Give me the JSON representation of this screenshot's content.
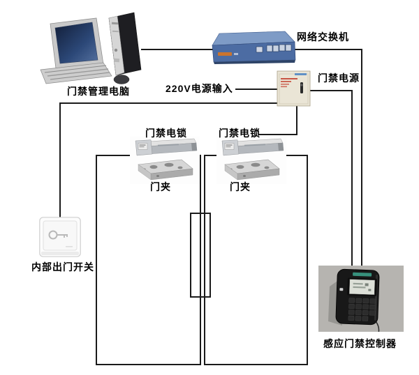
{
  "labels": {
    "computer": "门禁管理电脑",
    "network_switch": "网络交换机",
    "power_input": "220V电源输入",
    "power_supply": "门禁电源",
    "lock_left": "门禁电锁",
    "lock_right": "门禁电锁",
    "clamp_left": "门夹",
    "clamp_right": "门夹",
    "exit_button": "内部出门开关",
    "controller": "感应门禁控制器"
  },
  "colors": {
    "wire": "#1a1a1a",
    "switch_top": "#7e9bc6",
    "switch_front": "#4c6ca3",
    "power_box": "#eae5d6",
    "controller_photo_bg": "#b6b4b0",
    "label_text": "#000000"
  }
}
